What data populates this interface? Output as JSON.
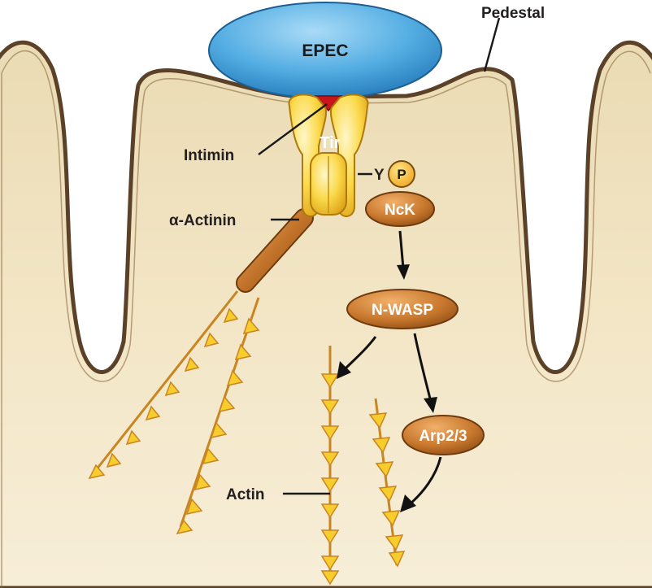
{
  "labels": {
    "pedestal": "Pedestal",
    "epec": "EPEC",
    "intimin": "Intimin",
    "tir": "Tir",
    "y": "Y",
    "p": "P",
    "nck": "NcK",
    "alpha_actinin": "α-Actinin",
    "n_wasp": "N-WASP",
    "arp23": "Arp2/3",
    "actin": "Actin"
  },
  "colors": {
    "cytoplasm": "#f3e5c3",
    "membrane": "#5a4128",
    "epec": "#4fa9e0",
    "tir": "#f5c930",
    "intimin": "#c8151b",
    "protein": "#c4762c",
    "actin_filament": "#c98522",
    "actin_arrowhead": "#f7cc2d"
  }
}
